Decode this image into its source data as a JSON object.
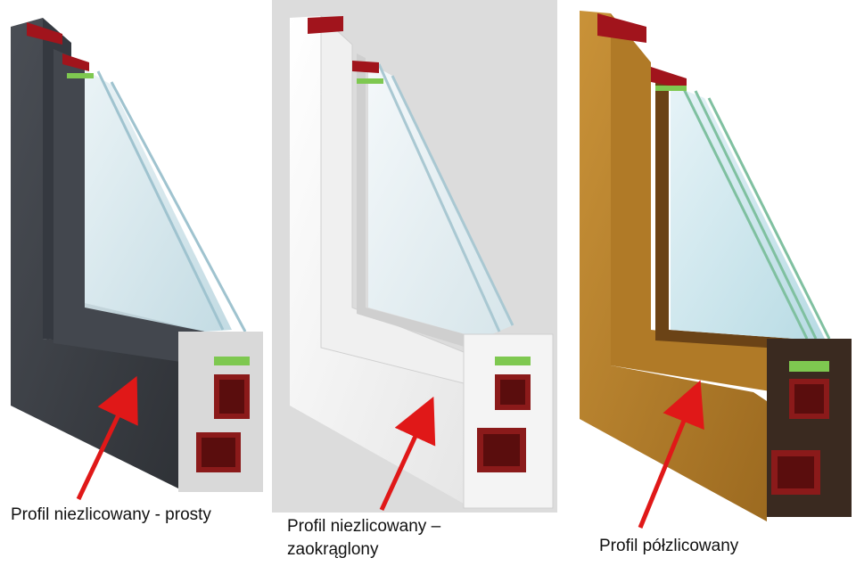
{
  "profiles": [
    {
      "caption": "Profil niezlicowany - prosty",
      "frame_color": "#3f4349",
      "background": "#ffffff"
    },
    {
      "caption_line1": "Profil niezlicowany –",
      "caption_line2": "zaokrąglony",
      "frame_color": "#f2f2f2",
      "background": "#dcdcdc"
    },
    {
      "caption": "Profil półzlicowany",
      "frame_color": "#b9822b",
      "background": "#ffffff"
    }
  ],
  "colors": {
    "arrow": "#e01818",
    "glass": "#cfe6ee",
    "seal_green": "#7ec850",
    "steel_core": "#8b1a1a"
  }
}
